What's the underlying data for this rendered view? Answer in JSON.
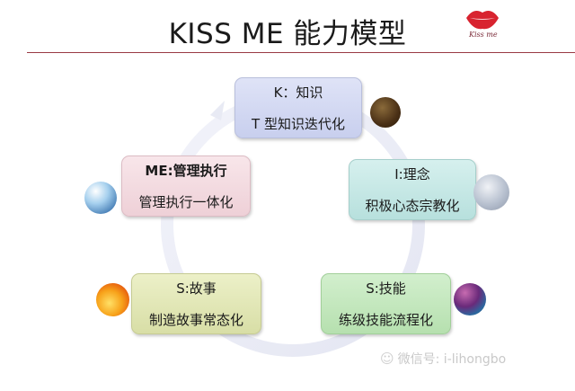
{
  "header": {
    "title": "KISS ME 能力模型",
    "logo_text": "Kiss me",
    "rule_color": "#9a3a44"
  },
  "diagram": {
    "type": "cycle",
    "nodes": [
      {
        "id": "k",
        "title": "K：知识",
        "subtitle": "T 型知识迭代化",
        "color": "#d4daf3",
        "icon": "earth-ball-icon"
      },
      {
        "id": "i",
        "title": "I:理念",
        "subtitle": "积极心态宗教化",
        "color": "#c6e8e5",
        "icon": "brain-globe-icon"
      },
      {
        "id": "s2",
        "title": "S:技能",
        "subtitle": "练级技能流程化",
        "color": "#c4e8be",
        "icon": "purple-orb-icon"
      },
      {
        "id": "s1",
        "title": "S:故事",
        "subtitle": "制造故事常态化",
        "color": "#e2e6b6",
        "icon": "orange-orb-icon"
      },
      {
        "id": "me",
        "title": "ME:管理执行",
        "subtitle": "管理执行一体化",
        "color": "#f3dbe0",
        "icon": "blue-orb-icon"
      }
    ]
  },
  "watermark": {
    "text": "微信号: i-lihongbo",
    "icon": "wechat-icon"
  }
}
